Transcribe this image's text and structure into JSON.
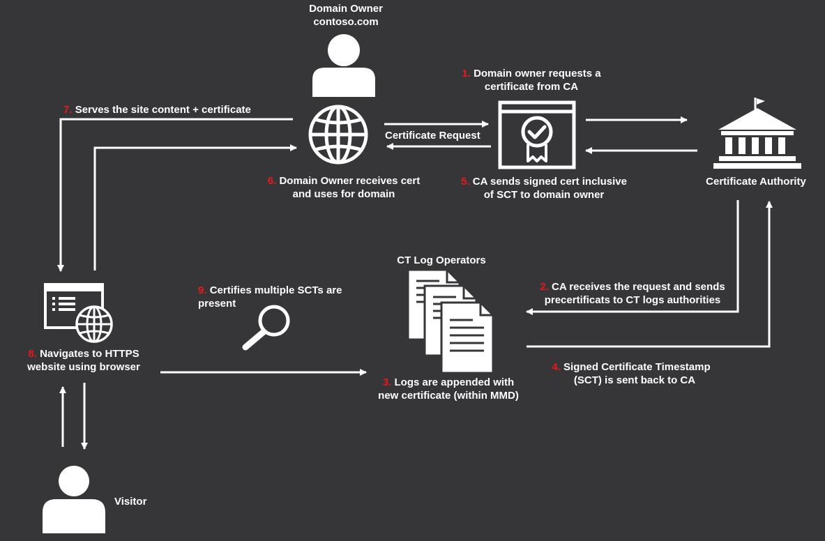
{
  "colors": {
    "background": "#363638",
    "foreground": "#ffffff",
    "step_number": "#e8191b"
  },
  "icons": {
    "domain_owner": "person-icon",
    "web": "globe-icon",
    "certificate": "certificate-icon",
    "authority": "bank-building-icon",
    "browser": "browser-window-icon",
    "search": "magnifier-icon",
    "logs": "documents-stack-icon",
    "visitor": "person-icon"
  },
  "labels": {
    "domain_owner_title": "Domain Owner",
    "domain_owner_domain": "contoso.com",
    "certificate_request": "Certificate Request",
    "certificate_authority": "Certificate Authority",
    "ct_log_operators": "CT Log Operators",
    "visitor": "Visitor"
  },
  "steps": {
    "s1": {
      "num": "1.",
      "line1": "Domain owner requests a",
      "line2": "certificate from CA"
    },
    "s2": {
      "num": "2.",
      "line1": "CA receives the request and sends",
      "line2": "precertificats to CT logs authorities"
    },
    "s3": {
      "num": "3.",
      "line1": "Logs are appended with",
      "line2": "new certificate (within MMD)"
    },
    "s4": {
      "num": "4.",
      "line1": "Signed Certificate Timestamp",
      "line2": "(SCT) is sent back to CA"
    },
    "s5": {
      "num": "5.",
      "line1": "CA sends signed cert inclusive",
      "line2": "of SCT to domain owner"
    },
    "s6": {
      "num": "6.",
      "line1": "Domain Owner receives cert",
      "line2": "and uses for domain"
    },
    "s7": {
      "num": "7.",
      "line1": "Serves the site content + certificate"
    },
    "s8": {
      "num": "8.",
      "line1": "Navigates to HTTPS",
      "line2": "website using browser"
    },
    "s9": {
      "num": "9.",
      "line1": "Certifies multiple SCTs are",
      "line2": "present"
    }
  }
}
